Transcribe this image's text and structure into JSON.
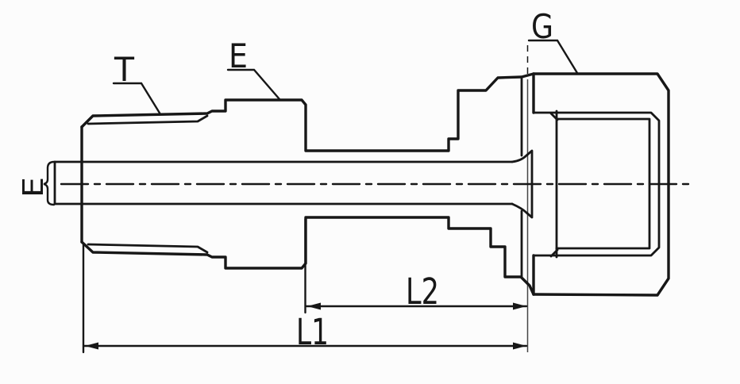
{
  "drawing": {
    "background_color": "#fcfcfc",
    "line_color": "#171717",
    "callouts": {
      "thread_label": "T",
      "body_hex_label": "E",
      "nut_label": "G",
      "orifice_label": "E"
    },
    "dimensions": {
      "overall_length_label": "L1",
      "nut_section_length_label": "L2"
    }
  }
}
